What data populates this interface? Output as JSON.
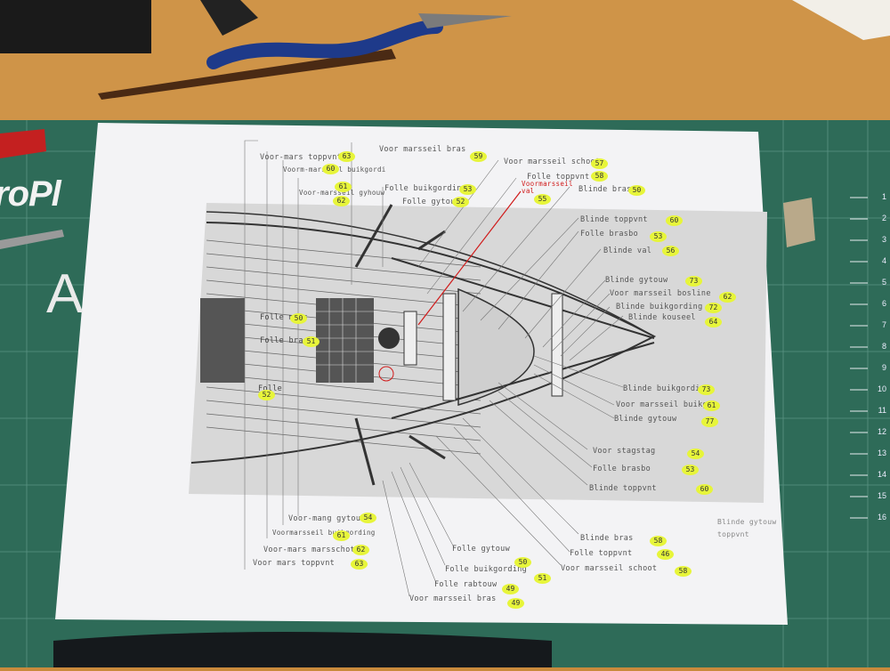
{
  "mat": {
    "brand": "roPl",
    "letter": "A",
    "ruler": [
      "1",
      "2",
      "3",
      "4",
      "5",
      "6",
      "7",
      "8",
      "9",
      "10",
      "11",
      "12",
      "13",
      "14",
      "15",
      "16"
    ]
  },
  "labels_top": [
    "Voor-mars toppvnt",
    "Voorm-marsseil buikgordi",
    "Voor-marsseil gyhouw",
    "Voor marsseil bras",
    "Voor marsseil schoot",
    "Folle toppvnt",
    "Folle buikgording",
    "Folle gytouw",
    "Blinde bras"
  ],
  "labels_right": [
    "Blinde toppvnt",
    "Folle brasbo",
    "Blinde val",
    "Blinde gytouw",
    "Voor marsseil bosline",
    "Blinde buikgording",
    "Blinde kouseel",
    "Blinde buikgording",
    "Voor marsseil buikg",
    "Blinde gytouw",
    "Voor stagstag",
    "Folle brasbo",
    "Blinde toppvnt"
  ],
  "labels_bottom": [
    "Voor-mang gytouw",
    "Voormarsseil buikgording",
    "Voor-mars marsschot",
    "Voor mars toppvnt",
    "Folle gytouw",
    "Folle buikgording",
    "Folle rabtouw",
    "Voor marsseil bras",
    "Blinde bras",
    "Folle toppvnt",
    "Voor marsseil schoot"
  ],
  "labels_left": [
    "Folle mars",
    "Folle brasbo",
    "Folle"
  ],
  "red_label": "Voormarsseil val",
  "side_note": "Blinde gytouw toppvnt",
  "numbers_top": [
    "59",
    "60",
    "61",
    "62",
    "63",
    "57",
    "58",
    "53",
    "52",
    "50",
    "55"
  ],
  "numbers_right": [
    "60",
    "53",
    "56",
    "73",
    "62",
    "72",
    "64",
    "73",
    "61",
    "77",
    "54",
    "53",
    "60"
  ],
  "numbers_bottom": [
    "54",
    "61",
    "62",
    "63",
    "50",
    "51",
    "49",
    "49",
    "58",
    "46",
    "58"
  ],
  "numbers_left": [
    "50",
    "51",
    "52"
  ],
  "colors": {
    "desk": "#c98a3c",
    "mat": "#2e6b58",
    "paper": "#f3f3f5",
    "highlight": "#e7f53a",
    "ink": "#333333",
    "red": "#d01a1a"
  }
}
